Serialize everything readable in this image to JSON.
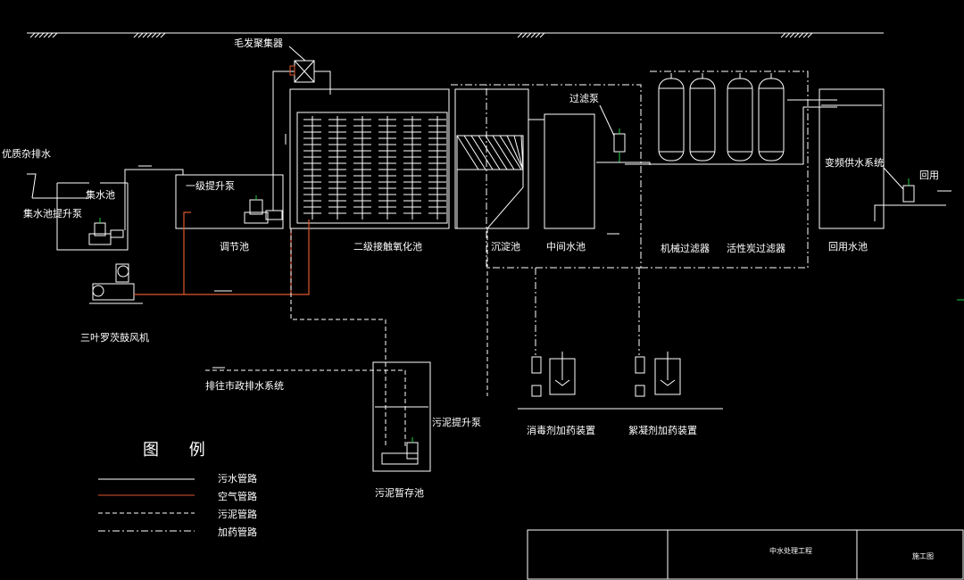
{
  "colors": {
    "background": "#000000",
    "sewage_pipe": "#ffffff",
    "air_pipe": "#e0562e",
    "accent_green": "#22cc44"
  },
  "labels": {
    "hair_collector": "毛发聚集器",
    "poor_drain": "优质杂排水",
    "collect_tank": "集水池",
    "collect_pump": "集水池提升泵",
    "first_lift_pump": "一级提升泵",
    "regulating_tank": "调节池",
    "contact_oxidation": "二级接触氧化池",
    "settling_tank": "沉淀池",
    "filter_pump": "过滤泵",
    "middle_tank": "中间水池",
    "mechanical_filter": "机械过滤器",
    "carbon_filter": "活性炭过滤器",
    "vfd_supply": "变频供水系统",
    "reuse": "回用",
    "reuse_tank": "回用水池",
    "blower": "三叶罗茨鼓风机",
    "municipal_drain": "排往市政排水系统",
    "sludge_pump": "污泥提升泵",
    "sludge_tank": "污泥暂存池",
    "disinfectant_unit": "消毒剂加药装置",
    "flocculant_unit": "絮凝剂加药装置"
  },
  "legend": {
    "title": "图 例",
    "items": [
      {
        "label": "污水管路",
        "style": "solid",
        "color": "#ffffff"
      },
      {
        "label": "空气管路",
        "style": "solid",
        "color": "#e0562e"
      },
      {
        "label": "污泥管路",
        "style": "dashed",
        "color": "#ffffff"
      },
      {
        "label": "加药管路",
        "style": "dashdot",
        "color": "#ffffff"
      }
    ]
  },
  "title_block": {
    "project": "中水处理工程",
    "drawing": "施工图"
  }
}
